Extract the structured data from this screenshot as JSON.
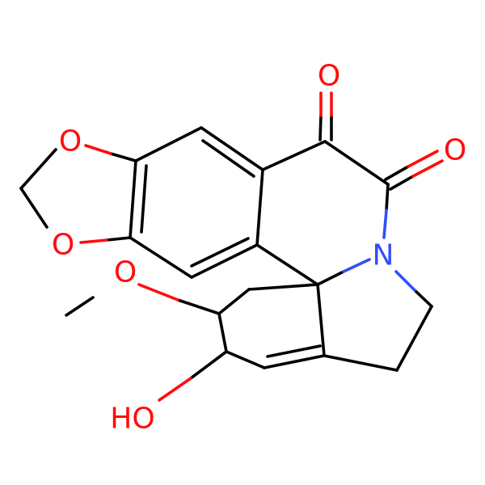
{
  "molecule": {
    "atoms": [
      {
        "id": "O1",
        "symbol": "O",
        "color": "#ff0d0d"
      },
      {
        "id": "O2",
        "symbol": "O",
        "color": "#ff0d0d"
      },
      {
        "id": "O3",
        "symbol": "O",
        "color": "#ff0d0d"
      },
      {
        "id": "O4",
        "symbol": "O",
        "color": "#ff0d0d"
      },
      {
        "id": "N1",
        "symbol": "N",
        "color": "#3050f8"
      },
      {
        "id": "O5",
        "symbol": "O",
        "color": "#ff0d0d"
      },
      {
        "id": "OH1",
        "symbol": "HO",
        "color": "#ff0d0d"
      }
    ]
  }
}
